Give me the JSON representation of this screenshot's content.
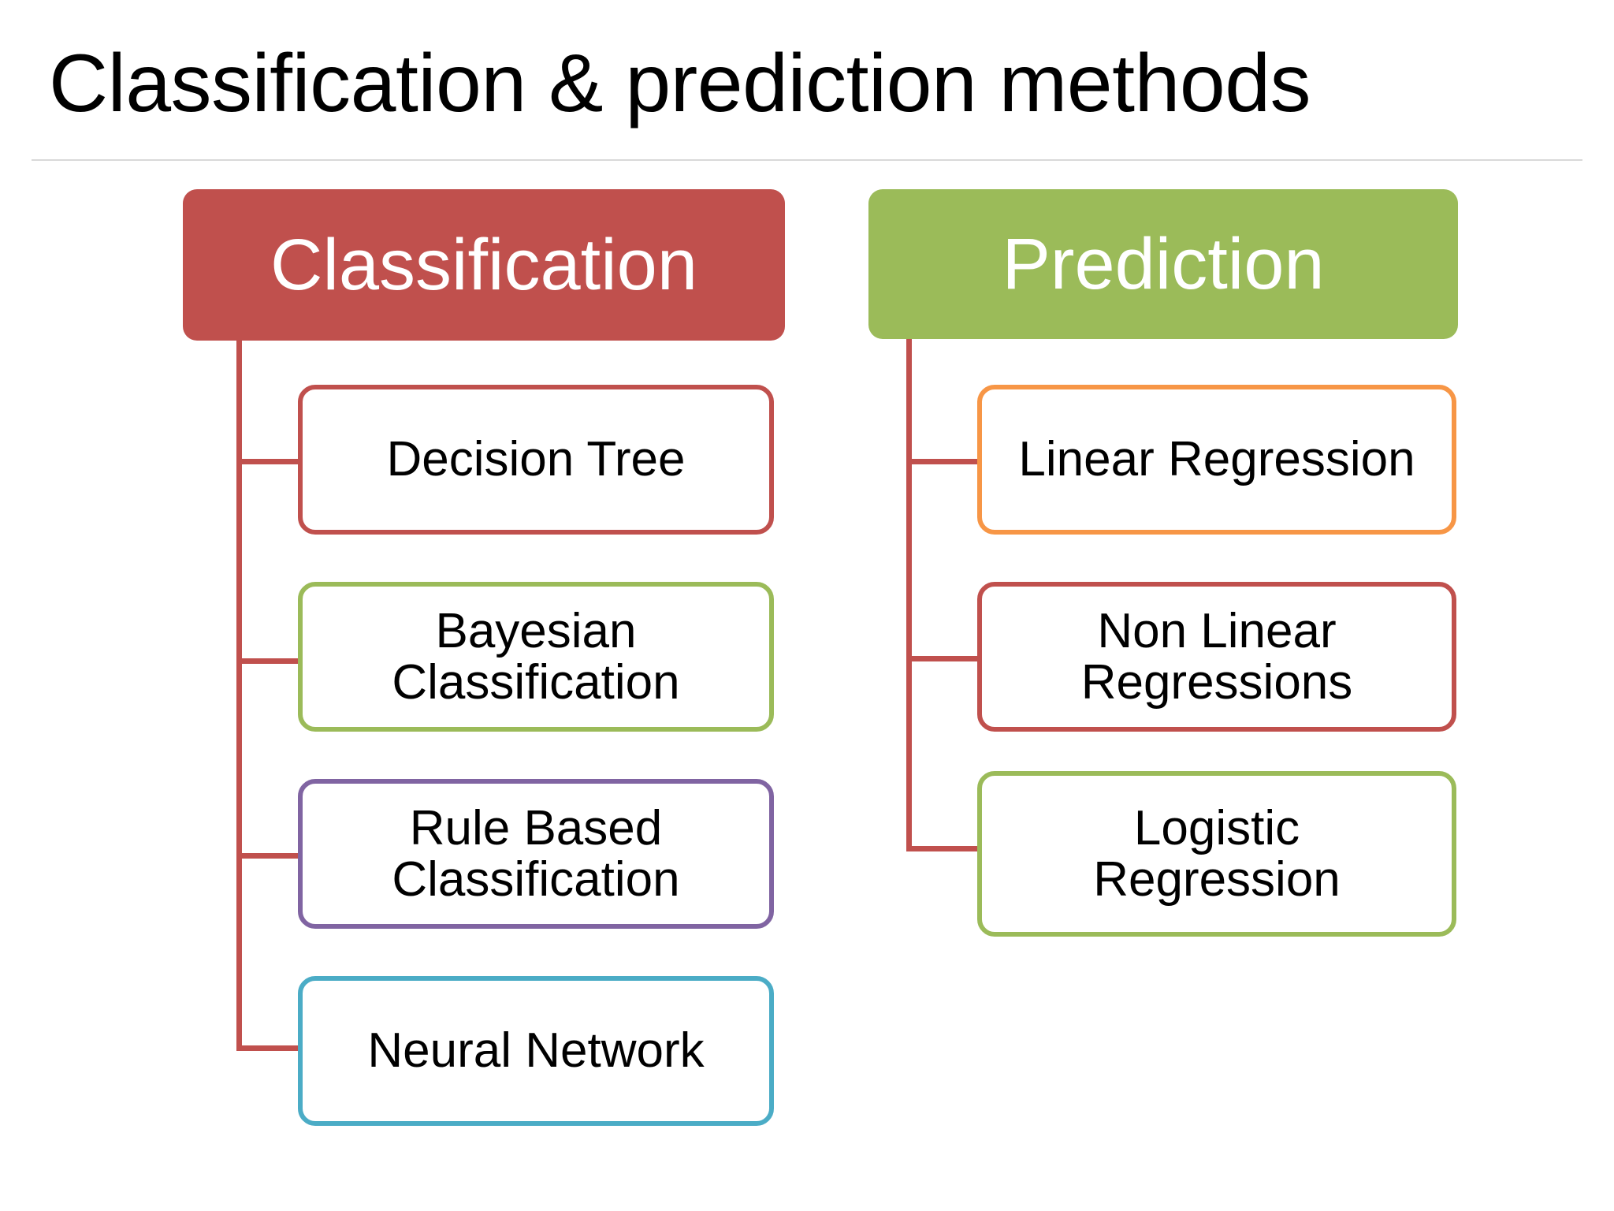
{
  "slide": {
    "title": "Classification & prediction methods",
    "background": "#ffffff",
    "divider_color": "#d9d9d9"
  },
  "palette": {
    "red": "#c0504d",
    "green": "#9bbb59",
    "orange": "#f79646",
    "purple": "#8064a2",
    "blue": "#4bacc6",
    "connector": "#c0504d",
    "header_text": "#ffffff",
    "leaf_text": "#000000"
  },
  "branches": [
    {
      "header": {
        "label": "Classification",
        "fill": "#c0504d",
        "text_color": "#ffffff"
      },
      "items": [
        {
          "label": "Decision Tree",
          "border_color": "#c0504d",
          "lines": [
            "Decision Tree"
          ]
        },
        {
          "label": "Bayesian Classification",
          "border_color": "#9bbb59",
          "lines": [
            "Bayesian",
            "Classification"
          ]
        },
        {
          "label": "Rule Based Classification",
          "border_color": "#8064a2",
          "lines": [
            "Rule Based",
            "Classification"
          ]
        },
        {
          "label": "Neural Network",
          "border_color": "#4bacc6",
          "lines": [
            "Neural Network"
          ]
        }
      ]
    },
    {
      "header": {
        "label": "Prediction",
        "fill": "#9bbb59",
        "text_color": "#ffffff"
      },
      "items": [
        {
          "label": "Linear Regression",
          "border_color": "#f79646",
          "lines": [
            "Linear Regression"
          ]
        },
        {
          "label": "Non Linear Regressions",
          "border_color": "#c0504d",
          "lines": [
            "Non Linear",
            "Regressions"
          ]
        },
        {
          "label": "Logistic Regression",
          "border_color": "#9bbb59",
          "lines": [
            "Logistic",
            "Regression"
          ]
        }
      ]
    }
  ]
}
